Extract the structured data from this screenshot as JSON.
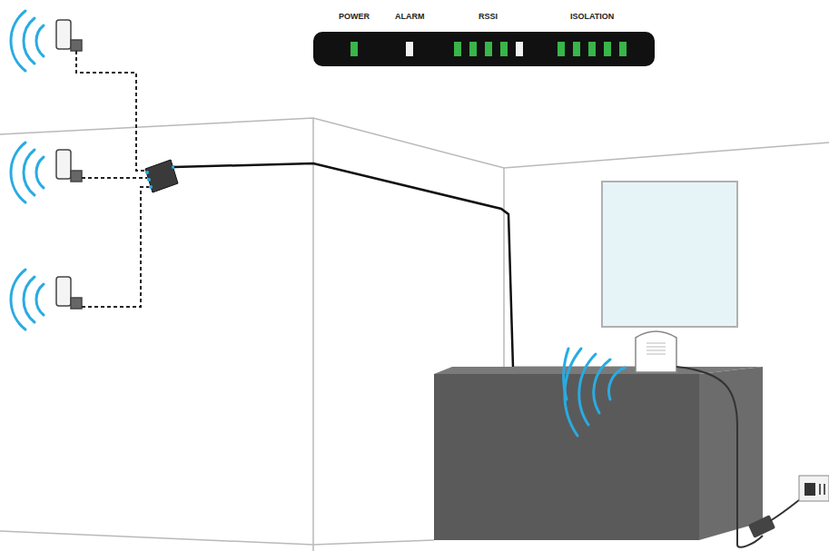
{
  "diagram": {
    "labels": [
      "POWER",
      "ALARM",
      "RSSI",
      "ISOLATION"
    ]
  }
}
